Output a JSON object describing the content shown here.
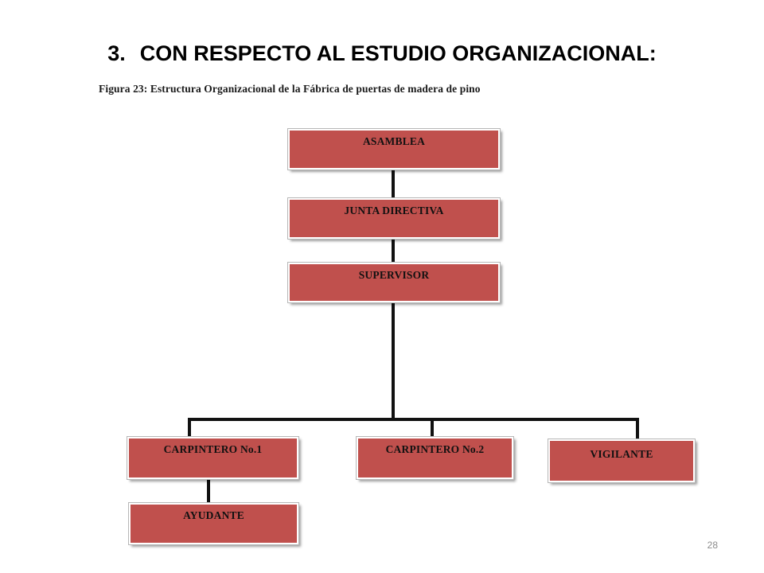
{
  "slide": {
    "title_number": "3.",
    "title": "CON RESPECTO AL ESTUDIO ORGANIZACIONAL:",
    "figure_caption": "Figura 23: Estructura Organizacional de la Fábrica de puertas de madera de pino",
    "page_number": "28"
  },
  "org_chart": {
    "box_color": "#c0504d",
    "nodes": {
      "asamblea": "ASAMBLEA",
      "junta_directiva": "JUNTA DIRECTIVA",
      "supervisor": "SUPERVISOR",
      "carpintero_1": "CARPINTERO No.1",
      "carpintero_2": "CARPINTERO No.2",
      "vigilante": "VIGILANTE",
      "ayudante": "AYUDANTE"
    },
    "edges": [
      [
        "asamblea",
        "junta_directiva"
      ],
      [
        "junta_directiva",
        "supervisor"
      ],
      [
        "supervisor",
        "carpintero_1"
      ],
      [
        "supervisor",
        "carpintero_2"
      ],
      [
        "supervisor",
        "vigilante"
      ],
      [
        "carpintero_1",
        "ayudante"
      ]
    ]
  }
}
